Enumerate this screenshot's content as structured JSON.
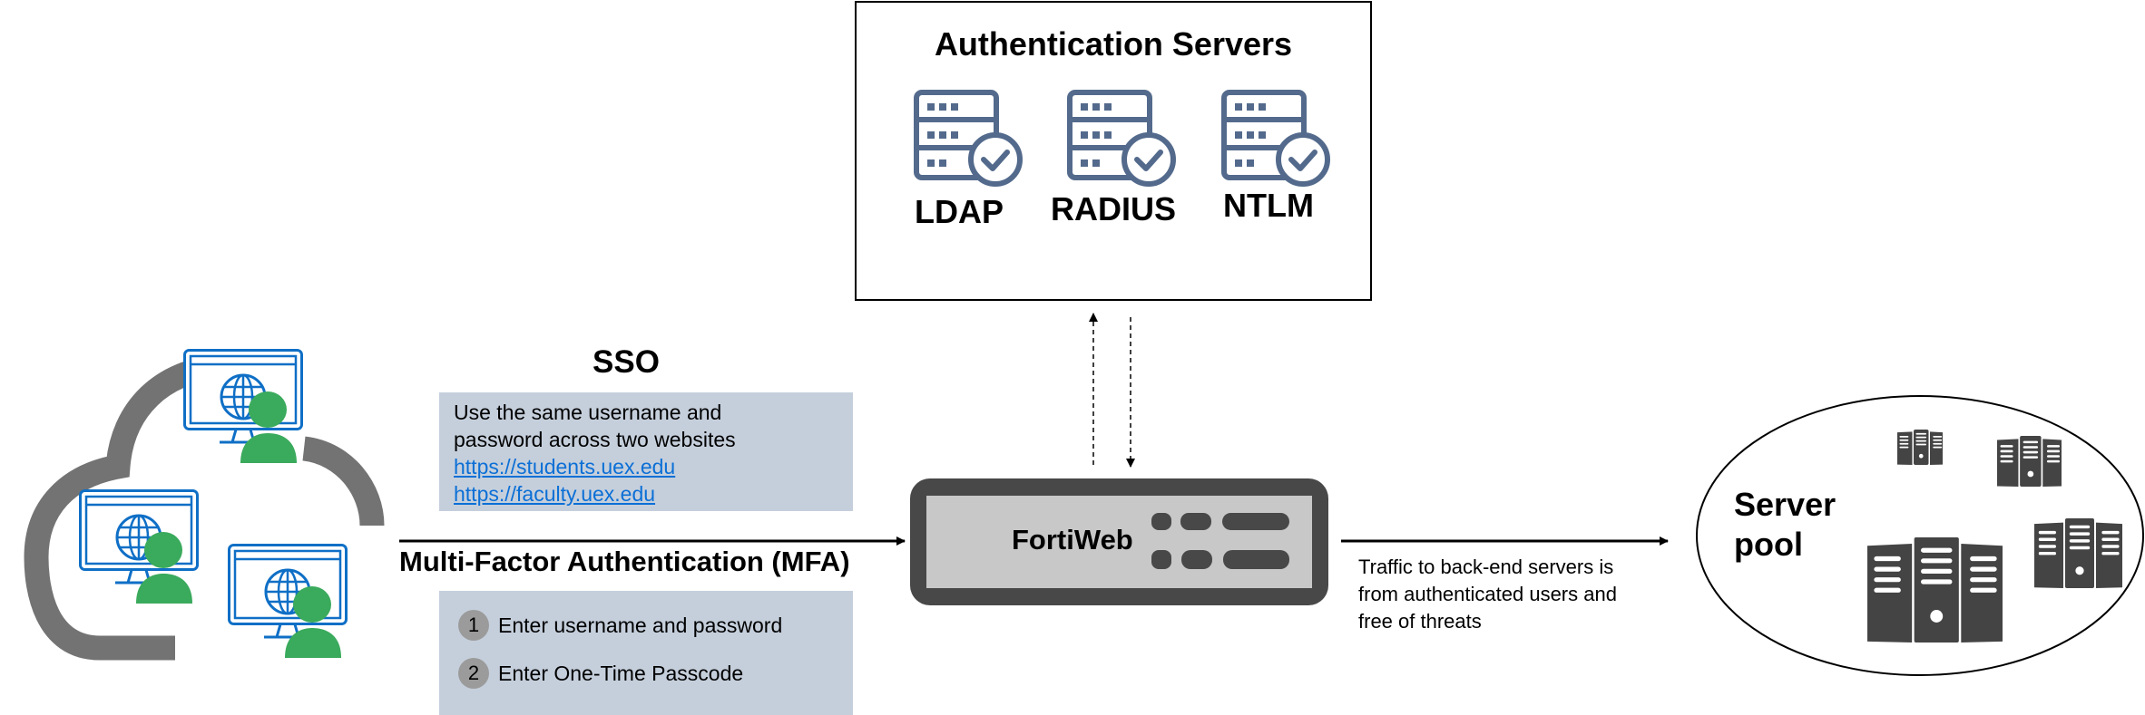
{
  "auth_servers": {
    "title": "Authentication Servers",
    "items": [
      {
        "label": "LDAP",
        "icon": "server-check-icon"
      },
      {
        "label": "RADIUS",
        "icon": "server-check-icon"
      },
      {
        "label": "NTLM",
        "icon": "server-check-icon"
      }
    ]
  },
  "sso": {
    "title": "SSO",
    "description_lines": [
      "Use the same username and",
      "password across two websites"
    ],
    "links": [
      "https://students.uex.edu",
      "https://faculty.uex.edu"
    ]
  },
  "mfa": {
    "title": "Multi-Factor Authentication (MFA)",
    "steps": [
      {
        "num": "1",
        "text": "Enter username and password"
      },
      {
        "num": "2",
        "text": "Enter One-Time Passcode"
      }
    ]
  },
  "fortiweb": {
    "label": "FortiWeb"
  },
  "traffic_note": {
    "lines": [
      "Traffic to back-end servers is",
      "from authenticated users and",
      "free of threats"
    ]
  },
  "server_pool": {
    "label_lines": [
      "Server",
      "pool"
    ]
  },
  "colors": {
    "monitor_blue": "#0f6fc6",
    "user_green": "#3aaa5c",
    "cloud_gray": "#737373",
    "auth_icon": "#536a8c",
    "appliance_dark": "#484848",
    "appliance_panel": "#c8c8c8",
    "info_box": "#c5cfdc",
    "link": "#0b6fd6",
    "node_blue": "#2f7de1"
  }
}
